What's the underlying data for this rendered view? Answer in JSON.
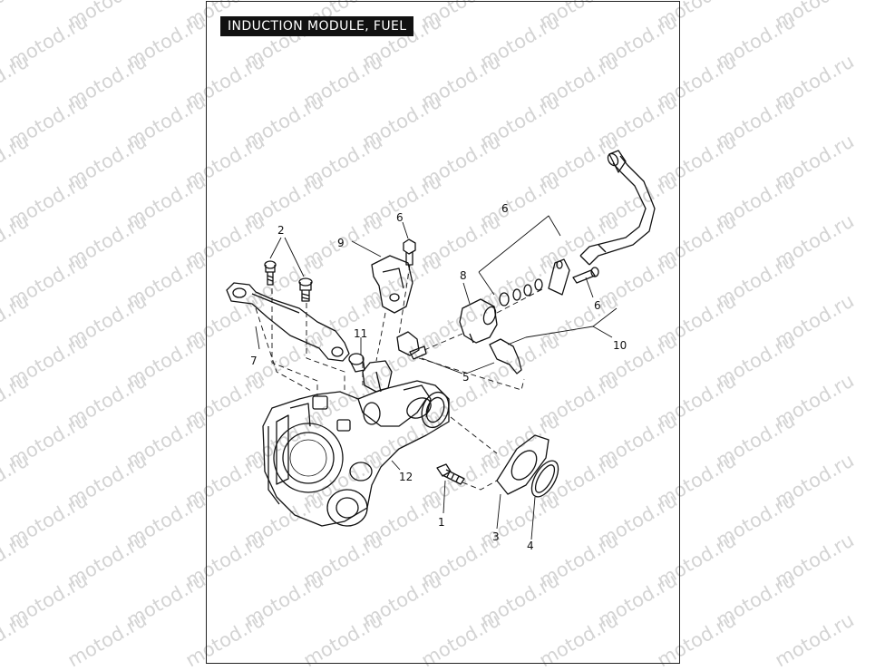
{
  "title": "INDUCTION MODULE, FUEL",
  "watermark_text": "motod.ru",
  "callouts": [
    "1",
    "2",
    "3",
    "4",
    "5",
    "6",
    "6",
    "6",
    "7",
    "8",
    "9",
    "10",
    "11",
    "12"
  ]
}
